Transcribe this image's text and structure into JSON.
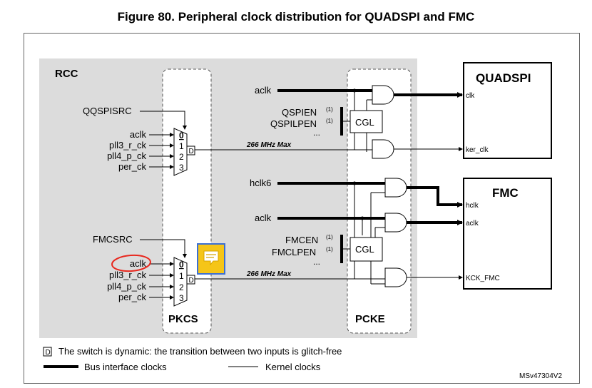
{
  "figure_title": "Figure 80. Peripheral clock distribution for QUADSPI and FMC",
  "rcc": {
    "label": "RCC"
  },
  "pkcs": {
    "label": "PKCS"
  },
  "pcke": {
    "label": "PCKE"
  },
  "quadspi": {
    "selector": "QQSPISRC",
    "mux_inputs": [
      "aclk",
      "pll3_r_ck",
      "pll4_p_ck",
      "per_ck"
    ],
    "mux_numbers": [
      "0",
      "1",
      "2",
      "3"
    ],
    "dynamic_marker": "D",
    "max_freq": "266 MHz Max",
    "bus_clock": "aclk",
    "enables": [
      {
        "name": "QSPIEN",
        "note": "(1)"
      },
      {
        "name": "QSPILPEN",
        "note": "(1)"
      }
    ],
    "ellipsis": "...",
    "cgl": "CGL",
    "block_title": "QUADSPI",
    "ports": [
      "clk",
      "ker_clk"
    ]
  },
  "fmc": {
    "selector": "FMCSRC",
    "mux_inputs": [
      "aclk",
      "pll3_r_ck",
      "pll4_p_ck",
      "per_ck"
    ],
    "mux_numbers": [
      "0",
      "1",
      "2",
      "3"
    ],
    "dynamic_marker": "D",
    "max_freq": "266 MHz Max",
    "bus_clocks": [
      "hclk6",
      "aclk"
    ],
    "enables": [
      {
        "name": "FMCEN",
        "note": "(1)"
      },
      {
        "name": "FMCLPEN",
        "note": "(1)"
      }
    ],
    "ellipsis": "...",
    "cgl": "CGL",
    "block_title": "FMC",
    "ports": [
      "hclk",
      "aclk",
      "KCK_FMC"
    ]
  },
  "legend": {
    "marker": "D",
    "dynamic_text": "The switch is dynamic: the transition between two inputs is glitch-free",
    "bus_text": "Bus interface clocks",
    "kernel_text": "Kernel clocks"
  },
  "ref_code": "MSv47304V2",
  "colors": {
    "rcc_fill": "#dcdcdc",
    "annotation_red": "#e8281e",
    "note_yellow": "#f5c518",
    "note_border": "#3b6fd4"
  },
  "icons": {
    "comment_note": "comment-note-icon"
  }
}
